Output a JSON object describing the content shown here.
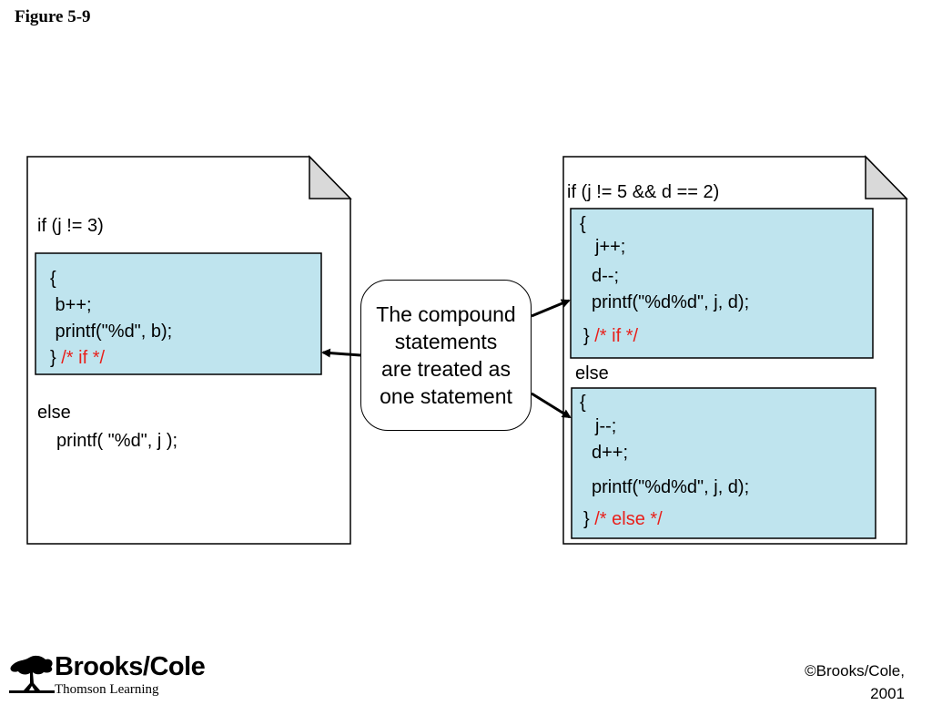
{
  "figure_label": "Figure 5-9",
  "left_doc": {
    "condition": "if (j != 3)",
    "block_lines": [
      "{",
      " b++;",
      " printf(\"%d\", b);"
    ],
    "block_close": "}",
    "block_comment": "/* if */",
    "else_label": "else",
    "else_stmt": "printf( \"%d\", j );"
  },
  "callout": {
    "lines": [
      "The compound",
      "statements",
      "are treated as",
      "one statement"
    ]
  },
  "right_doc": {
    "condition": "if (j != 5 && d == 2)",
    "if_block_lines": [
      "{",
      "j++;",
      "d--;",
      "printf(\"%d%d\", j, d);"
    ],
    "if_close": "}",
    "if_comment": "/* if */",
    "else_label": "else",
    "else_block_lines": [
      "{",
      "j--;",
      "d++;",
      "printf(\"%d%d\", j, d);"
    ],
    "else_close": "}",
    "else_comment": "/* else */"
  },
  "footer": {
    "brand": "Brooks/Cole",
    "sub_brand": "Thomson Learning",
    "copyright_line1": "©Brooks/Cole,",
    "copyright_line2": "2001"
  },
  "colors": {
    "block_fill": "#bfe4ee",
    "comment_red": "#e8201b",
    "fold_gray": "#d9d9d9"
  }
}
